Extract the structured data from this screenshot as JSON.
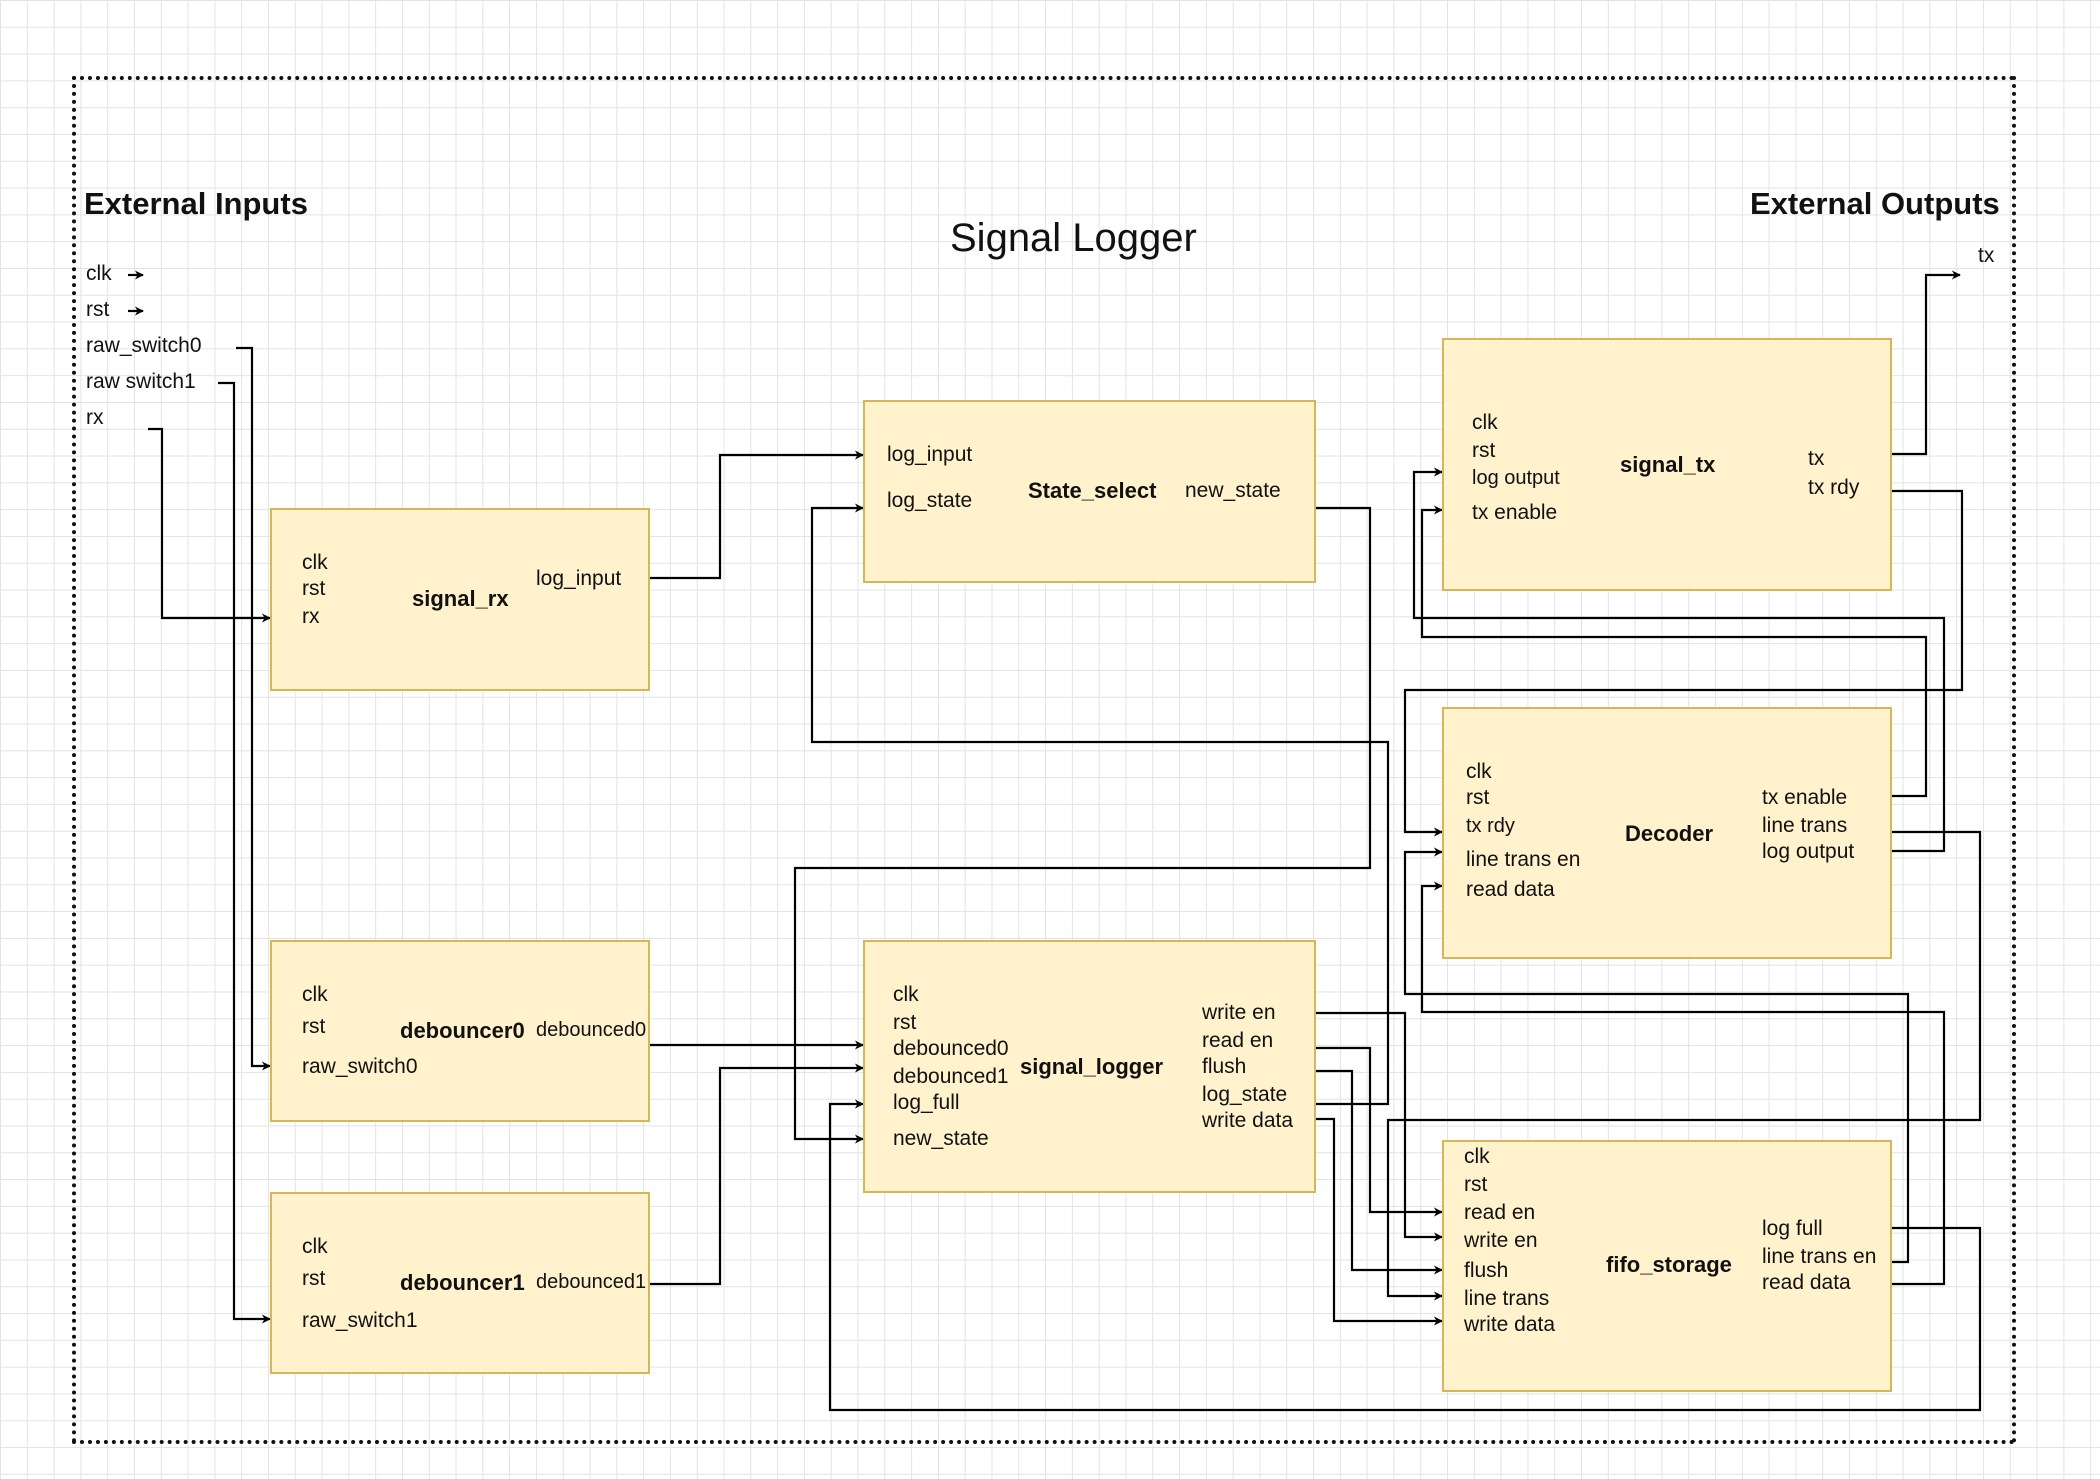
{
  "diagram": {
    "title": "Signal Logger",
    "inputs_heading": "External Inputs",
    "outputs_heading": "External Outputs",
    "external_inputs": [
      "clk",
      "rst",
      "raw_switch0",
      "raw  switch1",
      "rx"
    ],
    "external_outputs": [
      "tx"
    ],
    "blocks": {
      "signal_rx": {
        "name": "signal_rx",
        "in": [
          "clk",
          "rst",
          "rx"
        ],
        "out": [
          "log_input"
        ]
      },
      "debouncer0": {
        "name": "debouncer0",
        "in": [
          "clk",
          "rst",
          "raw_switch0"
        ],
        "out": [
          "debounced0"
        ]
      },
      "debouncer1": {
        "name": "debouncer1",
        "in": [
          "clk",
          "rst",
          "raw_switch1"
        ],
        "out": [
          "debounced1"
        ]
      },
      "state_select": {
        "name": "State_select",
        "in": [
          "log_input",
          "log_state"
        ],
        "out": [
          "new_state"
        ]
      },
      "signal_logger": {
        "name": "signal_logger",
        "in": [
          "clk",
          "rst",
          "debounced0",
          "debounced1",
          "log_full",
          "new_state"
        ],
        "out": [
          "write  en",
          "read  en",
          "flush",
          "log_state",
          "write  data"
        ]
      },
      "signal_tx": {
        "name": "signal_tx",
        "in": [
          "clk",
          "rst",
          "log output",
          "tx enable"
        ],
        "out": [
          "tx",
          "tx rdy"
        ]
      },
      "decoder": {
        "name": "Decoder",
        "in": [
          "clk",
          "rst",
          "tx rdy",
          "line trans en",
          "read data"
        ],
        "out": [
          "tx enable",
          "line trans",
          "log output"
        ]
      },
      "fifo_storage": {
        "name": "fifo_storage",
        "in": [
          "clk",
          "rst",
          "read en",
          "write en",
          "flush",
          "line trans",
          "write data"
        ],
        "out": [
          "log full",
          "line trans en",
          "read data"
        ]
      }
    },
    "colors": {
      "block_fill": "#fff2cc",
      "block_border": "#d6b656",
      "wire": "#000000",
      "grid": "#e3e3e3"
    }
  }
}
